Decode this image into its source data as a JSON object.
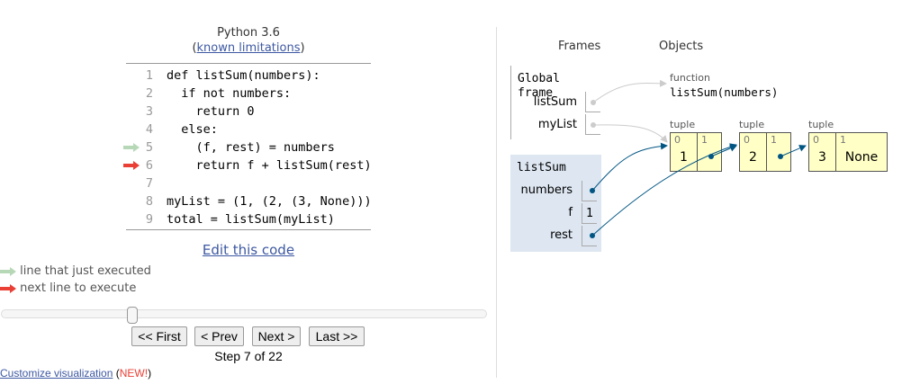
{
  "header": {
    "language": "Python 3.6",
    "limitations_link": "known limitations"
  },
  "code": {
    "lines": [
      {
        "num": "1",
        "text": "def listSum(numbers):"
      },
      {
        "num": "2",
        "text": "  if not numbers:"
      },
      {
        "num": "3",
        "text": "    return 0"
      },
      {
        "num": "4",
        "text": "  else:"
      },
      {
        "num": "5",
        "text": "    (f, rest) = numbers"
      },
      {
        "num": "6",
        "text": "    return f + listSum(rest)"
      },
      {
        "num": "7",
        "text": ""
      },
      {
        "num": "8",
        "text": "myList = (1, (2, (3, None)))"
      },
      {
        "num": "9",
        "text": "total = listSum(myList)"
      }
    ],
    "just_executed_line": 5,
    "next_line": 6,
    "edit_link": "Edit this code"
  },
  "legend": {
    "just_executed": "line that just executed",
    "next_line": "next line to execute",
    "colors": {
      "just_executed": "#b7d8b7",
      "next_line": "#e93f34"
    }
  },
  "controls": {
    "first": "<< First",
    "prev": "< Prev",
    "next": "Next >",
    "last": "Last >>",
    "step_text": "Step 7 of 22",
    "step": 7,
    "total_steps": 22
  },
  "footer": {
    "customize": "Customize visualization",
    "new_paren_open": "(",
    "new_label": "NEW!",
    "new_paren_close": ")"
  },
  "viz": {
    "frames_header": "Frames",
    "objects_header": "Objects",
    "global_frame": {
      "title": "Global frame",
      "vars": [
        {
          "name": "listSum"
        },
        {
          "name": "myList"
        }
      ]
    },
    "listSum_frame": {
      "title": "listSum",
      "vars": [
        {
          "name": "numbers"
        },
        {
          "name": "f",
          "value": "1"
        },
        {
          "name": "rest"
        }
      ]
    },
    "function_obj": {
      "type": "function",
      "signature": "listSum(numbers)"
    },
    "tuples": [
      {
        "type": "tuple",
        "cells": [
          {
            "idx": "0",
            "val": "1"
          },
          {
            "idx": "1",
            "val": ""
          }
        ]
      },
      {
        "type": "tuple",
        "cells": [
          {
            "idx": "0",
            "val": "2"
          },
          {
            "idx": "1",
            "val": ""
          }
        ]
      },
      {
        "type": "tuple",
        "cells": [
          {
            "idx": "0",
            "val": "3"
          },
          {
            "idx": "1",
            "val": "None"
          }
        ]
      }
    ],
    "colors": {
      "pointer": "#005583",
      "global_pointer": "#cccccc",
      "frame_bg": "#dde6f1",
      "tuple_bg": "#ffffc6"
    }
  }
}
